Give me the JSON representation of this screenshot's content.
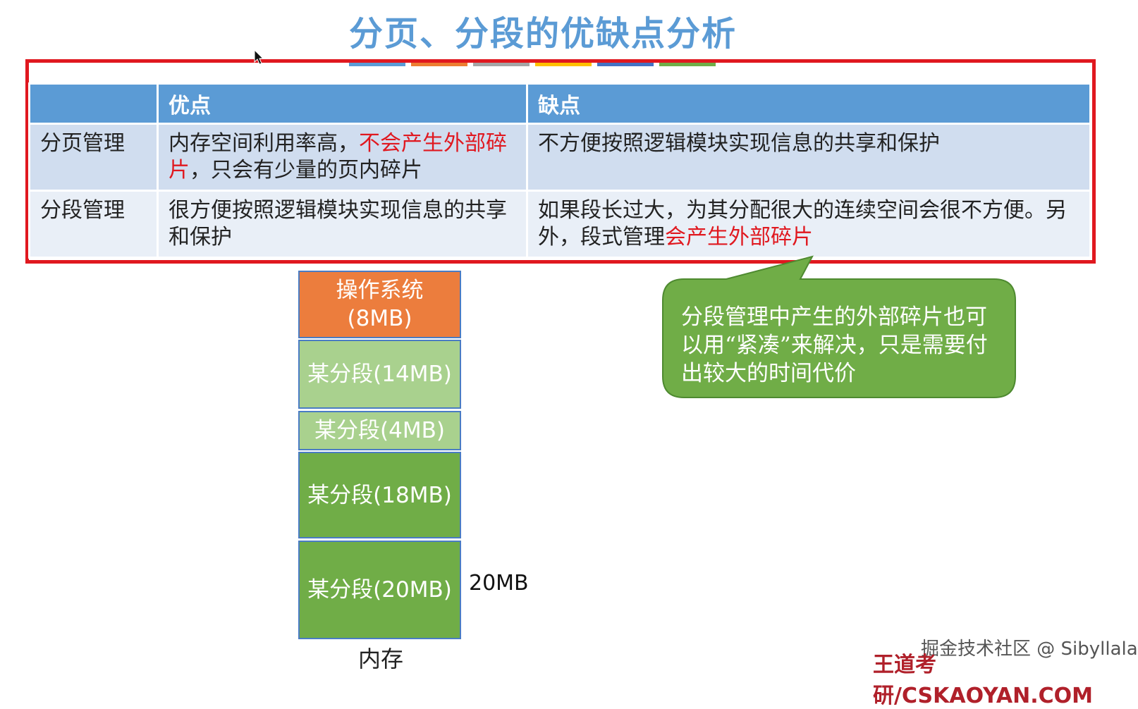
{
  "slide": {
    "title": "分页、分段的优缺点分析",
    "title_bar_colors": [
      "#5b9bd5",
      "#ed7d31",
      "#a5a5a5",
      "#ffc000",
      "#4472c4",
      "#70ad47"
    ]
  },
  "table": {
    "headers": [
      "",
      "优点",
      "缺点"
    ],
    "rows": [
      {
        "label": "分页管理",
        "pros_plain": "内存空间利用率高，",
        "pros_red": "不会产生外部碎片",
        "pros_tail": "，只会有少量的页内碎片",
        "cons_plain": "不方便按照逻辑模块实现信息的共享和保护",
        "cons_red": ""
      },
      {
        "label": "分段管理",
        "pros_plain": "很方便按照逻辑模块实现信息的共享和保护",
        "pros_red": "",
        "pros_tail": "",
        "cons_plain": "如果段长过大，为其分配很大的连续空间会很不方便。另外，段式管理",
        "cons_red": "会产生外部碎片"
      }
    ]
  },
  "memory": {
    "blocks": [
      {
        "line1": "操作系统",
        "line2": "(8MB)"
      },
      {
        "line1": "某分段(14MB)"
      },
      {
        "line1": "某分段(4MB)"
      },
      {
        "line1": "某分段(18MB)"
      },
      {
        "line1": "某分段(20MB)"
      }
    ],
    "side_label": "20MB",
    "caption": "内存"
  },
  "callout": {
    "text": "分段管理中产生的外部碎片也可以用“紧凑”来解决，只是需要付出较大的时间代价"
  },
  "watermarks": {
    "community": "掘金技术社区 @ Sibyllala",
    "brand": "王道考研/CSKAOYAN.COM"
  }
}
